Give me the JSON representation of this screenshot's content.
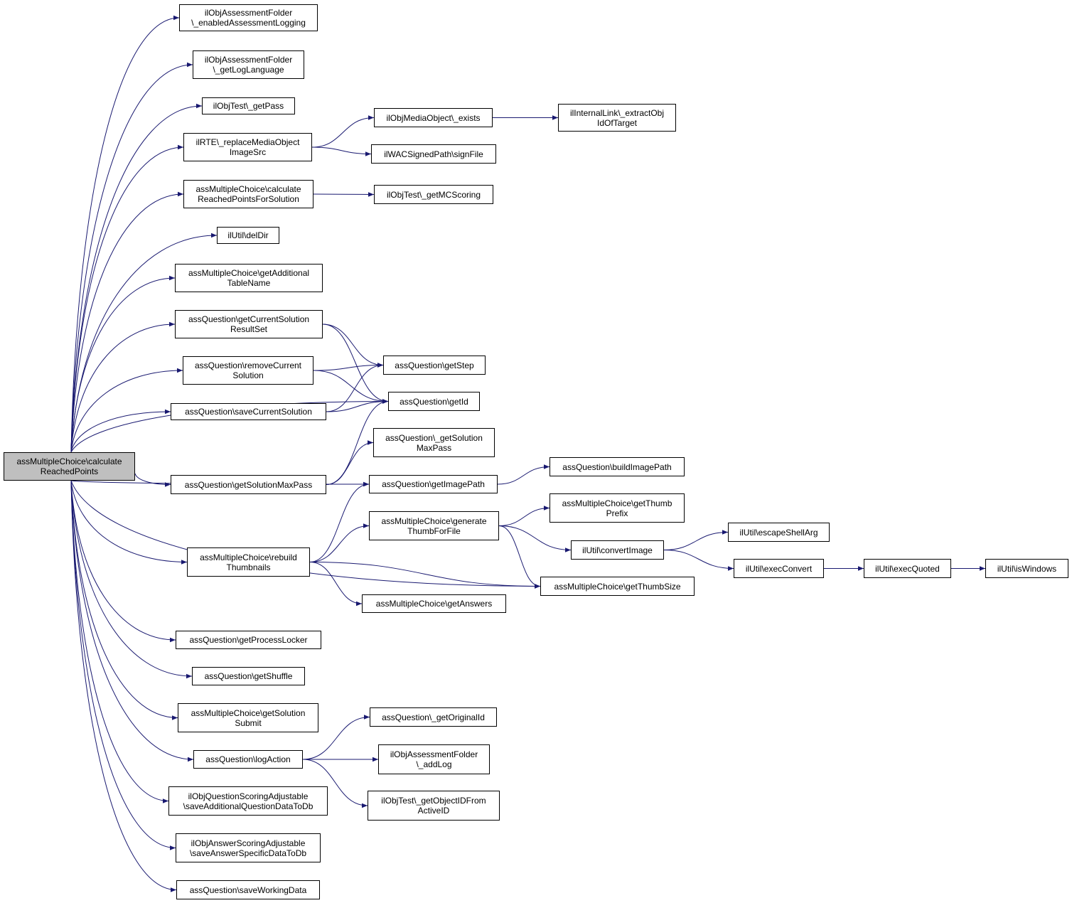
{
  "colors": {
    "edge": "#191970",
    "root_fill": "#bfbfbf",
    "node_fill": "#ffffff",
    "border": "#000000"
  },
  "nodes": {
    "root": {
      "lines": [
        "assMultipleChoice\\calculate",
        "ReachedPoints"
      ]
    },
    "enabledLogging": {
      "lines": [
        "ilObjAssessmentFolder",
        "\\_enabledAssessmentLogging"
      ]
    },
    "getLogLanguage": {
      "lines": [
        "ilObjAssessmentFolder",
        "\\_getLogLanguage"
      ]
    },
    "getPass": {
      "lines": [
        "ilObjTest\\_getPass"
      ]
    },
    "replaceMedia": {
      "lines": [
        "ilRTE\\_replaceMediaObject",
        "ImageSrc"
      ]
    },
    "calcForSolution": {
      "lines": [
        "assMultipleChoice\\calculate",
        "ReachedPointsForSolution"
      ]
    },
    "delDir": {
      "lines": [
        "ilUtil\\delDir"
      ]
    },
    "additionalTable": {
      "lines": [
        "assMultipleChoice\\getAdditional",
        "TableName"
      ]
    },
    "currentSolutionRS": {
      "lines": [
        "assQuestion\\getCurrentSolution",
        "ResultSet"
      ]
    },
    "removeCurrentSolution": {
      "lines": [
        "assQuestion\\removeCurrent",
        "Solution"
      ]
    },
    "saveCurrentSolution": {
      "lines": [
        "assQuestion\\saveCurrentSolution"
      ]
    },
    "getSolutionMaxPass": {
      "lines": [
        "assQuestion\\getSolutionMaxPass"
      ]
    },
    "rebuildThumbnails": {
      "lines": [
        "assMultipleChoice\\rebuild",
        "Thumbnails"
      ]
    },
    "getProcessLocker": {
      "lines": [
        "assQuestion\\getProcessLocker"
      ]
    },
    "getShuffle": {
      "lines": [
        "assQuestion\\getShuffle"
      ]
    },
    "getSolutionSubmit": {
      "lines": [
        "assMultipleChoice\\getSolution",
        "Submit"
      ]
    },
    "logAction": {
      "lines": [
        "assQuestion\\logAction"
      ]
    },
    "saveAdditional": {
      "lines": [
        "ilObjQuestionScoringAdjustable",
        "\\saveAdditionalQuestionDataToDb"
      ]
    },
    "saveAnswerSpecific": {
      "lines": [
        "ilObjAnswerScoringAdjustable",
        "\\saveAnswerSpecificDataToDb"
      ]
    },
    "saveWorkingData": {
      "lines": [
        "assQuestion\\saveWorkingData"
      ]
    },
    "mediaExists": {
      "lines": [
        "ilObjMediaObject\\_exists"
      ]
    },
    "signFile": {
      "lines": [
        "ilWACSignedPath\\signFile"
      ]
    },
    "getMCScoring": {
      "lines": [
        "ilObjTest\\_getMCScoring"
      ]
    },
    "getStep": {
      "lines": [
        "assQuestion\\getStep"
      ]
    },
    "getId": {
      "lines": [
        "assQuestion\\getId"
      ]
    },
    "solutionMaxPassStatic": {
      "lines": [
        "assQuestion\\_getSolution",
        "MaxPass"
      ]
    },
    "getImagePath": {
      "lines": [
        "assQuestion\\getImagePath"
      ]
    },
    "generateThumb": {
      "lines": [
        "assMultipleChoice\\generate",
        "ThumbForFile"
      ]
    },
    "getAnswers": {
      "lines": [
        "assMultipleChoice\\getAnswers"
      ]
    },
    "getOriginalId": {
      "lines": [
        "assQuestion\\_getOriginalId"
      ]
    },
    "addLog": {
      "lines": [
        "ilObjAssessmentFolder",
        "\\_addLog"
      ]
    },
    "getObjectIdFromActive": {
      "lines": [
        "ilObjTest\\_getObjectIDFrom",
        "ActiveID"
      ]
    },
    "extractObjId": {
      "lines": [
        "ilInternalLink\\_extractObj",
        "IdOfTarget"
      ]
    },
    "buildImagePath": {
      "lines": [
        "assQuestion\\buildImagePath"
      ]
    },
    "getThumbPrefix": {
      "lines": [
        "assMultipleChoice\\getThumb",
        "Prefix"
      ]
    },
    "convertImage": {
      "lines": [
        "ilUtil\\convertImage"
      ]
    },
    "getThumbSize": {
      "lines": [
        "assMultipleChoice\\getThumbSize"
      ]
    },
    "escapeShellArg": {
      "lines": [
        "ilUtil\\escapeShellArg"
      ]
    },
    "execConvert": {
      "lines": [
        "ilUtil\\execConvert"
      ]
    },
    "execQuoted": {
      "lines": [
        "ilUtil\\execQuoted"
      ]
    },
    "isWindows": {
      "lines": [
        "ilUtil\\isWindows"
      ]
    }
  },
  "edges": [
    [
      "root",
      "enabledLogging"
    ],
    [
      "root",
      "getLogLanguage"
    ],
    [
      "root",
      "getPass"
    ],
    [
      "root",
      "replaceMedia"
    ],
    [
      "root",
      "calcForSolution"
    ],
    [
      "root",
      "delDir"
    ],
    [
      "root",
      "additionalTable"
    ],
    [
      "root",
      "currentSolutionRS"
    ],
    [
      "root",
      "removeCurrentSolution"
    ],
    [
      "root",
      "saveCurrentSolution"
    ],
    [
      "root",
      "getId"
    ],
    [
      "root",
      "getSolutionMaxPass"
    ],
    [
      "root",
      "getImagePath"
    ],
    [
      "root",
      "rebuildThumbnails"
    ],
    [
      "root",
      "getThumbSize"
    ],
    [
      "root",
      "getProcessLocker"
    ],
    [
      "root",
      "getShuffle"
    ],
    [
      "root",
      "getSolutionSubmit"
    ],
    [
      "root",
      "logAction"
    ],
    [
      "root",
      "saveAdditional"
    ],
    [
      "root",
      "saveAnswerSpecific"
    ],
    [
      "root",
      "saveWorkingData"
    ],
    [
      "replaceMedia",
      "mediaExists"
    ],
    [
      "replaceMedia",
      "signFile"
    ],
    [
      "mediaExists",
      "extractObjId"
    ],
    [
      "calcForSolution",
      "getMCScoring"
    ],
    [
      "currentSolutionRS",
      "getStep"
    ],
    [
      "currentSolutionRS",
      "getId"
    ],
    [
      "removeCurrentSolution",
      "getStep"
    ],
    [
      "removeCurrentSolution",
      "getId"
    ],
    [
      "saveCurrentSolution",
      "getStep"
    ],
    [
      "saveCurrentSolution",
      "getId"
    ],
    [
      "getSolutionMaxPass",
      "solutionMaxPassStatic"
    ],
    [
      "getSolutionMaxPass",
      "getId"
    ],
    [
      "getImagePath",
      "buildImagePath"
    ],
    [
      "rebuildThumbnails",
      "getImagePath"
    ],
    [
      "rebuildThumbnails",
      "generateThumb"
    ],
    [
      "rebuildThumbnails",
      "getThumbSize"
    ],
    [
      "rebuildThumbnails",
      "getAnswers"
    ],
    [
      "generateThumb",
      "getThumbPrefix"
    ],
    [
      "generateThumb",
      "convertImage"
    ],
    [
      "generateThumb",
      "getThumbSize"
    ],
    [
      "convertImage",
      "escapeShellArg"
    ],
    [
      "convertImage",
      "execConvert"
    ],
    [
      "execConvert",
      "execQuoted"
    ],
    [
      "execQuoted",
      "isWindows"
    ],
    [
      "logAction",
      "getOriginalId"
    ],
    [
      "logAction",
      "addLog"
    ],
    [
      "logAction",
      "getObjectIdFromActive"
    ]
  ]
}
